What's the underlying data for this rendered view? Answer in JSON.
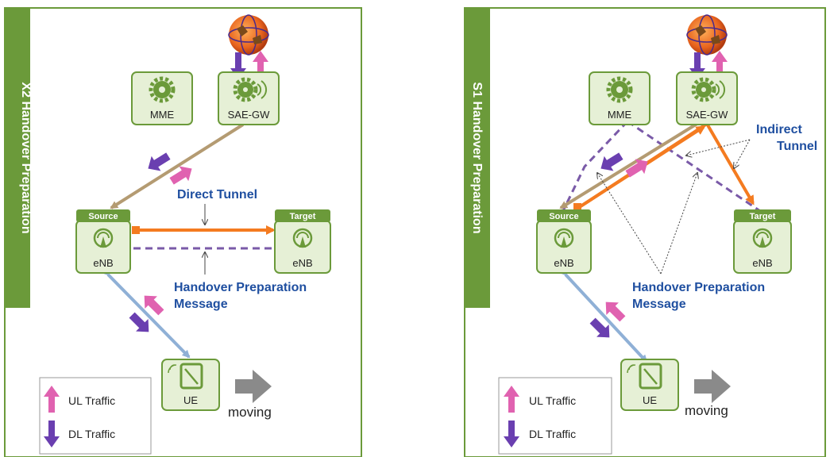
{
  "panels": [
    {
      "id": "x2",
      "side_label": "X2 Handover Preparation",
      "mme": "MME",
      "saegw": "SAE-GW",
      "source_tag": "Source",
      "target_tag": "Target",
      "enb": "eNB",
      "ue": "UE",
      "moving": "moving",
      "direct_tunnel": "Direct Tunnel",
      "handover_line1": "Handover Preparation",
      "handover_line2": "Message",
      "ul_traffic": "UL Traffic",
      "dl_traffic": "DL Traffic"
    },
    {
      "id": "s1",
      "side_label": "S1 Handover Preparation",
      "mme": "MME",
      "saegw": "SAE-GW",
      "source_tag": "Source",
      "target_tag": "Target",
      "enb": "eNB",
      "ue": "UE",
      "moving": "moving",
      "indirect_line1": "Indirect",
      "indirect_line2": "Tunnel",
      "handover_line1": "Handover Preparation",
      "handover_line2": "Message",
      "ul_traffic": "UL Traffic",
      "dl_traffic": "DL Traffic"
    }
  ],
  "colors": {
    "panel_green": "#6b9a3a",
    "node_fill": "#e6f0d6",
    "node_stroke": "#6b9a3a",
    "tan_link": "#b49b72",
    "orange_tunnel": "#f47b20",
    "purple_dash": "#7a5aa8",
    "blue_link": "#8fb0d6",
    "label_blue": "#1f4fa0",
    "ul_pink": "#e062b0",
    "dl_purple": "#6a3fb0",
    "moving_gray": "#8a8a8a"
  },
  "icons": [
    "gear-icon",
    "antenna-icon",
    "phone-icon",
    "globe-icon",
    "ul-arrow-icon",
    "dl-arrow-icon",
    "moving-arrow-icon"
  ]
}
